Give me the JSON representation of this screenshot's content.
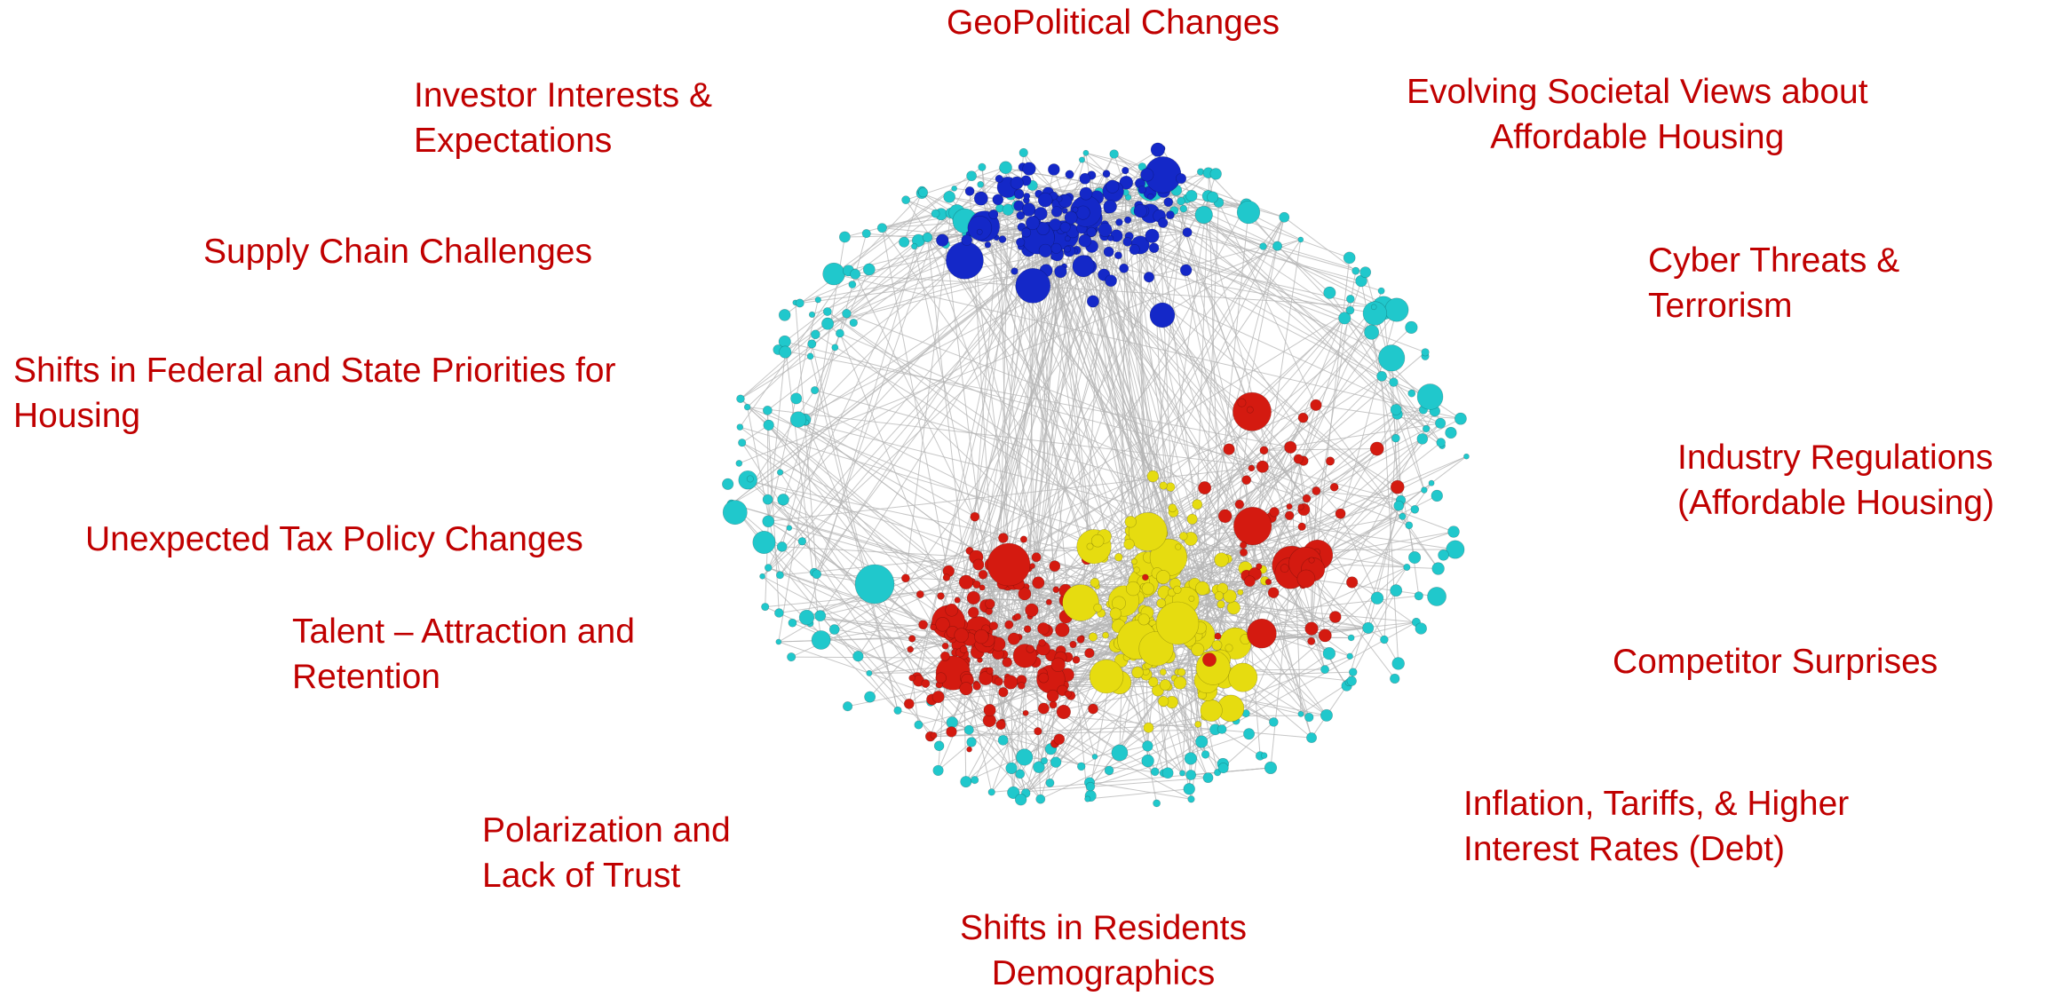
{
  "colors": {
    "label": "#c00000",
    "cluster_blue": "#1428c8",
    "cluster_cyan": "#20c8cc",
    "cluster_red": "#d41a10",
    "cluster_yellow": "#e6dc10",
    "edge": "#b4b4b4"
  },
  "labels": {
    "geopolitical": [
      "GeoPolitical Changes"
    ],
    "investor": [
      "Investor Interests &",
      "Expectations"
    ],
    "societal": [
      "Evolving Societal Views about",
      "Affordable Housing"
    ],
    "supply_chain": [
      "Supply Chain Challenges"
    ],
    "cyber": [
      "Cyber Threats &",
      "Terrorism"
    ],
    "federal": [
      "Shifts in Federal and State Priorities for",
      "Housing"
    ],
    "regulations": [
      "Industry Regulations",
      "(Affordable Housing)"
    ],
    "tax": [
      "Unexpected Tax Policy Changes"
    ],
    "talent": [
      "Talent – Attraction and",
      "Retention"
    ],
    "competitor": [
      "Competitor Surprises"
    ],
    "inflation": [
      "Inflation, Tariffs, & Higher",
      "Interest Rates (Debt)"
    ],
    "polarization": [
      "Polarization and",
      "Lack of Trust"
    ],
    "demographics": [
      "Shifts in Residents",
      "Demographics"
    ]
  }
}
